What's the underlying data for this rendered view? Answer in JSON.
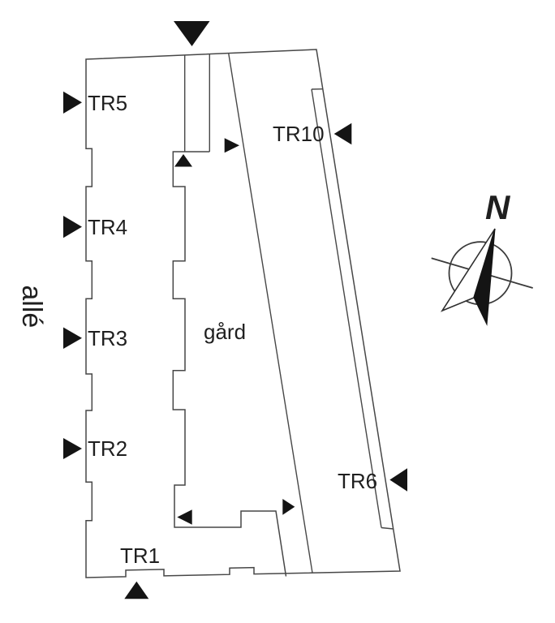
{
  "diagram_type": "architectural site plan",
  "labels": {
    "street": "allé",
    "courtyard": "gård",
    "north": "N",
    "tr1": "TR1",
    "tr2": "TR2",
    "tr3": "TR3",
    "tr4": "TR4",
    "tr5": "TR5",
    "tr6": "TR6",
    "tr10": "TR10"
  },
  "markers": [
    {
      "name": "gate-entrance-arrow",
      "shape": "triangle-down",
      "position": "top of plan above gate passage"
    },
    {
      "name": "gate-courtyard-arrow",
      "shape": "triangle-up",
      "position": "inside courtyard below gate passage"
    },
    {
      "name": "courtyard-northeast-arrow",
      "shape": "triangle-right",
      "position": "courtyard toward slanted wing"
    },
    {
      "name": "tr5-arrow",
      "shape": "triangle-right",
      "position": "left facade at TR5"
    },
    {
      "name": "tr4-arrow",
      "shape": "triangle-right",
      "position": "left facade at TR4"
    },
    {
      "name": "tr3-arrow",
      "shape": "triangle-right",
      "position": "left facade at TR3"
    },
    {
      "name": "tr2-arrow",
      "shape": "triangle-right",
      "position": "left facade at TR2"
    },
    {
      "name": "tr1-arrow",
      "shape": "triangle-up",
      "position": "bottom facade at TR1"
    },
    {
      "name": "courtyard-south-arrow",
      "shape": "triangle-left",
      "position": "courtyard bottom left corner"
    },
    {
      "name": "south-passage-arrow",
      "shape": "triangle-right",
      "position": "south passage toward slanted wing"
    },
    {
      "name": "tr10-arrow",
      "shape": "triangle-left",
      "position": "right facade at TR10"
    },
    {
      "name": "tr6-arrow",
      "shape": "triangle-left",
      "position": "right facade at TR6"
    }
  ],
  "colors": {
    "background": "#ffffff",
    "wall_line": "#474747",
    "marker_fill": "#141414",
    "text": "#1f1f1f"
  }
}
